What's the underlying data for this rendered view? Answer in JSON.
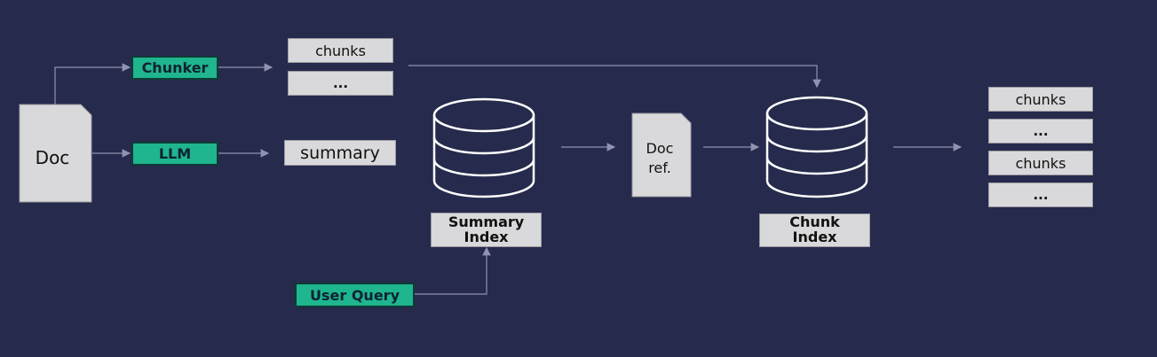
{
  "source": {
    "doc_label": "Doc"
  },
  "processors": {
    "chunker_label": "Chunker",
    "llm_label": "LLM"
  },
  "outputs": {
    "chunks_label": "chunks",
    "ellipsis_label": "...",
    "summary_label": "summary"
  },
  "summary_index": {
    "label_line1": "Summary",
    "label_line2": "Index"
  },
  "doc_ref": {
    "line1": "Doc",
    "line2": "ref."
  },
  "chunk_index": {
    "label_line1": "Chunk",
    "label_line2": "Index"
  },
  "results": {
    "items": [
      "chunks",
      "...",
      "chunks",
      "..."
    ]
  },
  "query": {
    "label": "User Query"
  },
  "colors": {
    "background": "#262a4c",
    "accent": "#1fb58e",
    "box": "#d9d9db",
    "line": "#8f93b0"
  }
}
